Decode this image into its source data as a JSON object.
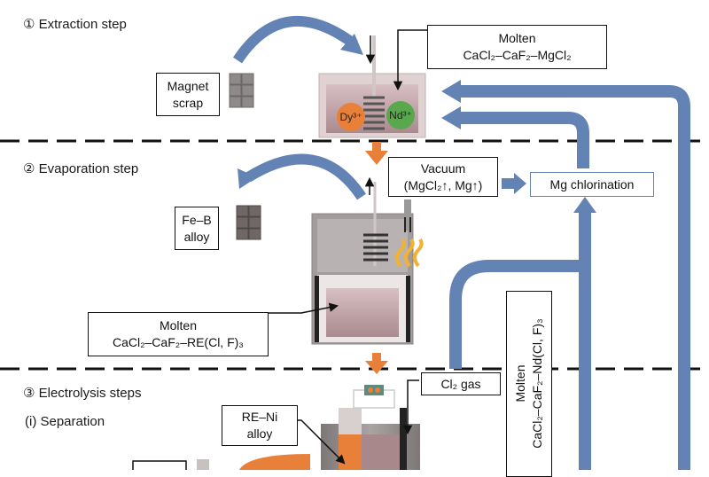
{
  "steps": {
    "extraction": "① Extraction step",
    "evaporation": "② Evaporation step",
    "electrolysis": "③ Electrolysis steps",
    "separation": "(i) Separation"
  },
  "labels": {
    "magnet_scrap": [
      "Magnet",
      "scrap"
    ],
    "molten_extraction": [
      "Molten",
      "CaCl₂–CaF₂–MgCl₂"
    ],
    "ion_dy": "Dy³⁺",
    "ion_nd": "Nd³⁺",
    "vacuum": [
      "Vacuum",
      "(MgCl₂↑, Mg↑)"
    ],
    "mg_chlorination": "Mg chlorination",
    "fe_b_alloy": [
      "Fe–B",
      "alloy"
    ],
    "molten_evaporation": [
      "Molten",
      "CaCl₂–CaF₂–RE(Cl, F)₃"
    ],
    "cl2_gas": "Cl₂ gas",
    "re_ni_alloy": [
      "RE–Ni",
      "alloy"
    ],
    "molten_nd": [
      "Molten",
      "CaCl₂–CaF₂–Nd(Cl, F)₃"
    ]
  },
  "colors": {
    "flow_blue": "#6383b4",
    "process_orange": "#e8803a",
    "nd_green": "#5aa84e",
    "vapor_yellow": "#f2b132",
    "salt_pink": "#c9a6ab",
    "vessel_gray": "#8f8b8a"
  }
}
